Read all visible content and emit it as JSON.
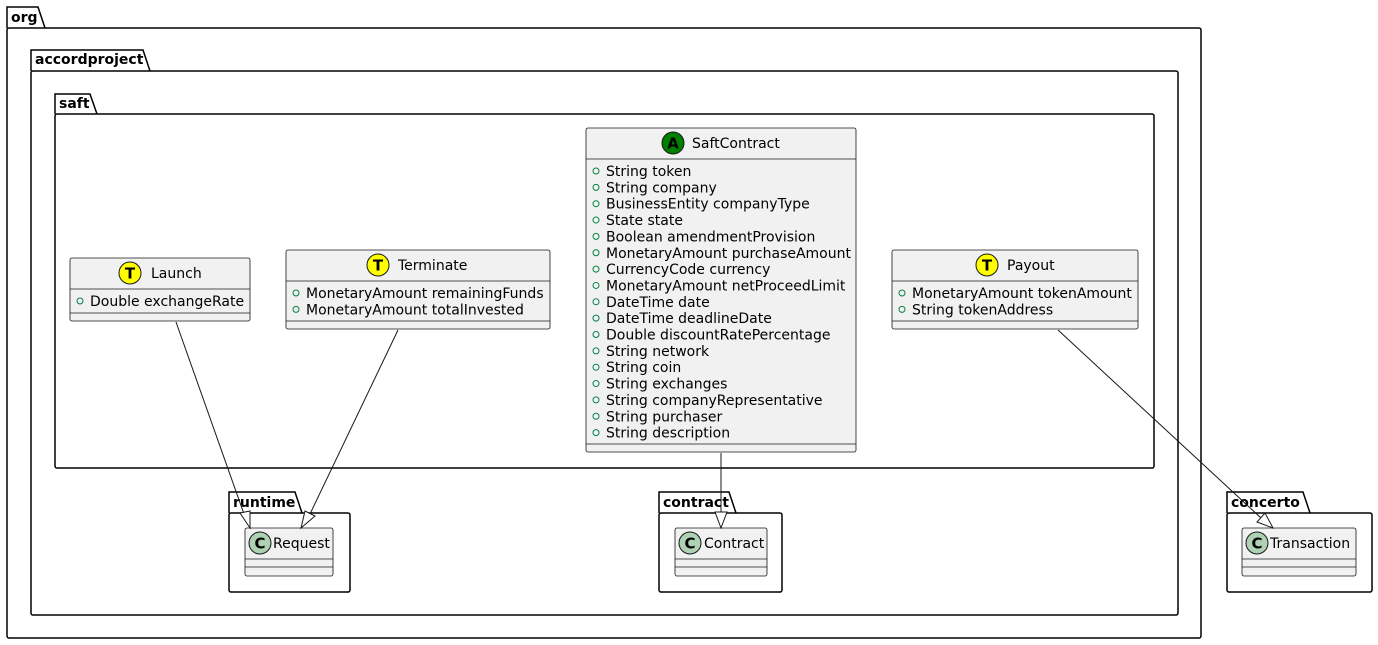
{
  "packages": {
    "org": "org",
    "accordproject": "accordproject",
    "saft": "saft",
    "runtime": "runtime",
    "contract": "contract",
    "concerto": "concerto"
  },
  "classes": {
    "saftcontract": {
      "name": "SaftContract",
      "stereotype": "A",
      "circle_color": "#008000",
      "fields": [
        "String token",
        "String company",
        "BusinessEntity companyType",
        "State state",
        "Boolean amendmentProvision",
        "MonetaryAmount purchaseAmount",
        "CurrencyCode currency",
        "MonetaryAmount netProceedLimit",
        "DateTime date",
        "DateTime deadlineDate",
        "Double discountRatePercentage",
        "String network",
        "String coin",
        "String exchanges",
        "String companyRepresentative",
        "String purchaser",
        "String description"
      ]
    },
    "launch": {
      "name": "Launch",
      "stereotype": "T",
      "circle_color": "#FFFF00",
      "fields": [
        "Double exchangeRate"
      ]
    },
    "terminate": {
      "name": "Terminate",
      "stereotype": "T",
      "circle_color": "#FFFF00",
      "fields": [
        "MonetaryAmount remainingFunds",
        "MonetaryAmount totalInvested"
      ]
    },
    "payout": {
      "name": "Payout",
      "stereotype": "T",
      "circle_color": "#FFFF00",
      "fields": [
        "MonetaryAmount tokenAmount",
        "String tokenAddress"
      ]
    },
    "request": {
      "name": "Request",
      "stereotype": "C",
      "circle_color": "#ADD1B2",
      "fields": []
    },
    "contract": {
      "name": "Contract",
      "stereotype": "C",
      "circle_color": "#ADD1B2",
      "fields": []
    },
    "transaction": {
      "name": "Transaction",
      "stereotype": "C",
      "circle_color": "#ADD1B2",
      "fields": []
    }
  },
  "relations": [
    {
      "from": "Launch",
      "to": "Request",
      "type": "extends"
    },
    {
      "from": "Terminate",
      "to": "Request",
      "type": "extends"
    },
    {
      "from": "SaftContract",
      "to": "Contract",
      "type": "extends"
    },
    {
      "from": "Payout",
      "to": "Transaction",
      "type": "extends"
    }
  ],
  "colors": {
    "visibility_marker": "#038048",
    "class_fill": "#F1F1F1",
    "class_border": "#181818"
  }
}
